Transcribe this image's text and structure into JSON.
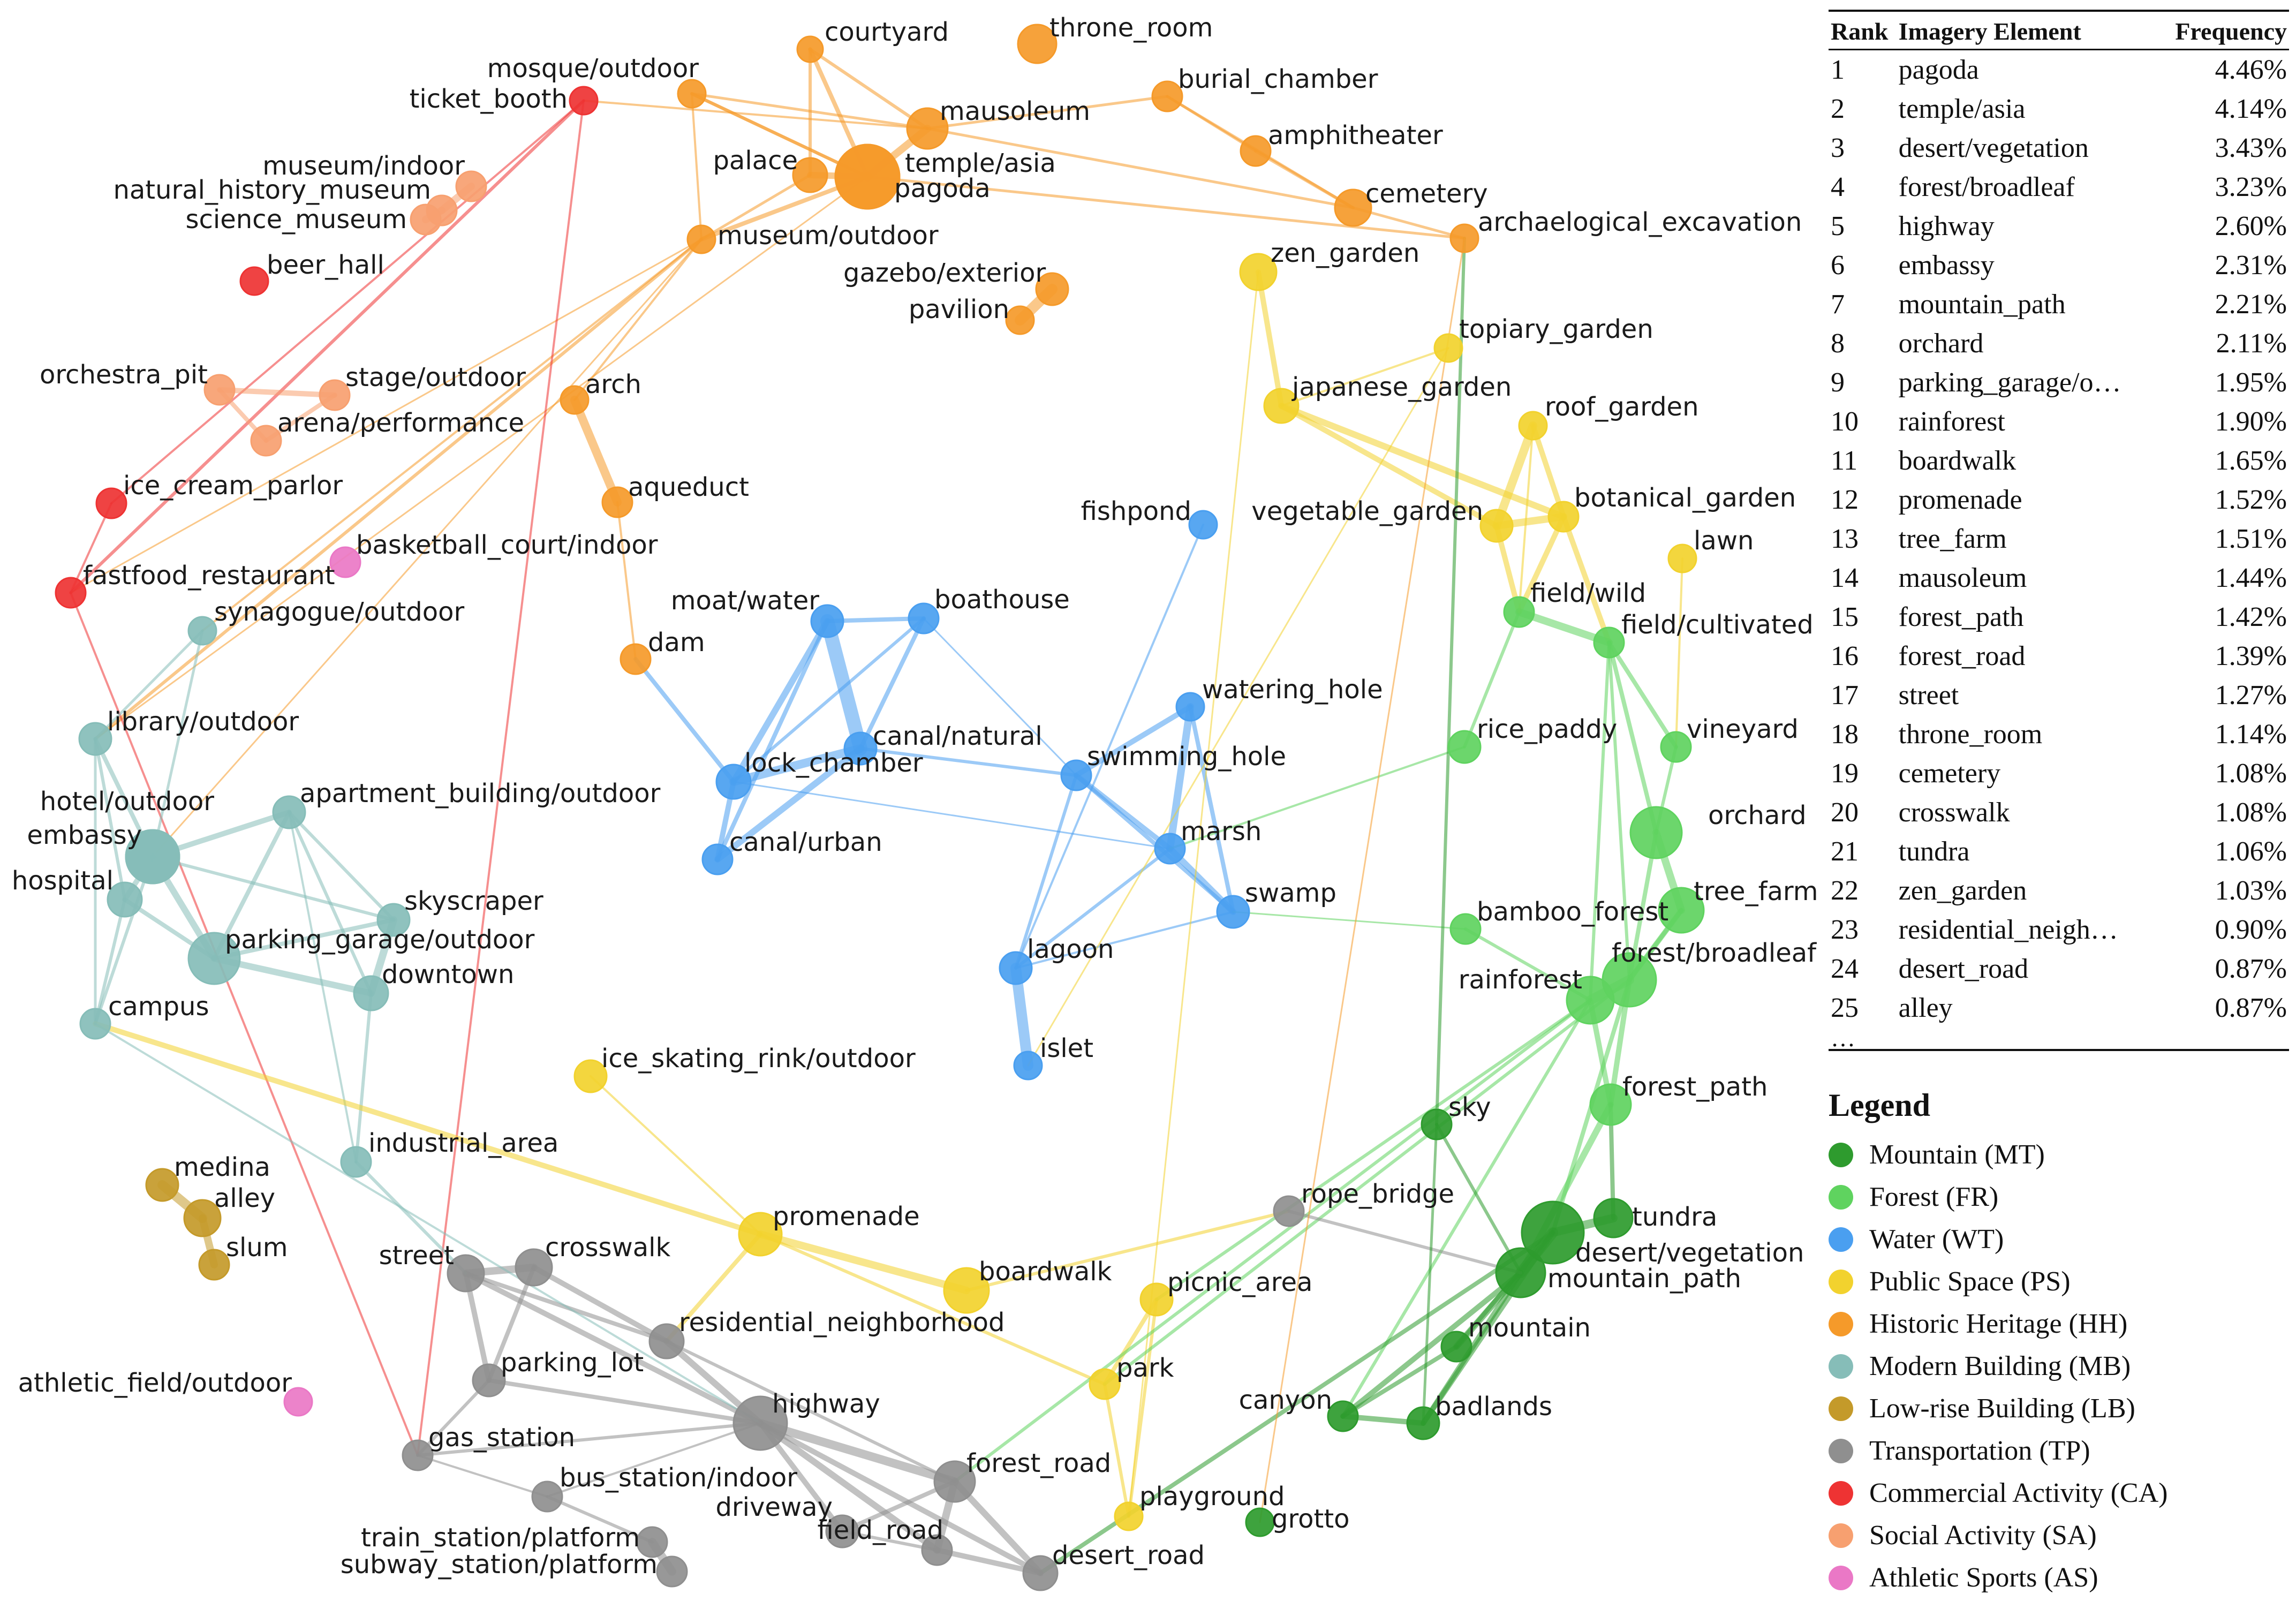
{
  "categories": [
    {
      "code": "MT",
      "label": "Mountain (MT)",
      "color": "#2e9b2e"
    },
    {
      "code": "FR",
      "label": "Forest (FR)",
      "color": "#5fd35f"
    },
    {
      "code": "WT",
      "label": "Water (WT)",
      "color": "#4a9ff0"
    },
    {
      "code": "PS",
      "label": "Public Space (PS)",
      "color": "#f2d22e"
    },
    {
      "code": "HH",
      "label": "Historic Heritage (HH)",
      "color": "#f59a2a"
    },
    {
      "code": "MB",
      "label": "Modern Building (MB)",
      "color": "#86bdb8"
    },
    {
      "code": "LB",
      "label": "Low-rise Building (LB)",
      "color": "#c49a2a"
    },
    {
      "code": "TP",
      "label": "Transportation (TP)",
      "color": "#8f8f8f"
    },
    {
      "code": "CA",
      "label": "Commercial Activity (CA)",
      "color": "#ee3333"
    },
    {
      "code": "SA",
      "label": "Social Activity (SA)",
      "color": "#f7a070"
    },
    {
      "code": "AS",
      "label": "Athletic Sports (AS)",
      "color": "#ea78c6"
    }
  ],
  "legend": {
    "title": "Legend"
  },
  "ranking": {
    "headers": {
      "rank": "Rank",
      "element": "Imagery Element",
      "frequency": "Frequency"
    },
    "rows": [
      {
        "rank": "1",
        "element": "pagoda",
        "frequency": "4.46%"
      },
      {
        "rank": "2",
        "element": "temple/asia",
        "frequency": "4.14%"
      },
      {
        "rank": "3",
        "element": "desert/vegetation",
        "frequency": "3.43%"
      },
      {
        "rank": "4",
        "element": "forest/broadleaf",
        "frequency": "3.23%"
      },
      {
        "rank": "5",
        "element": "highway",
        "frequency": "2.60%"
      },
      {
        "rank": "6",
        "element": "embassy",
        "frequency": "2.31%"
      },
      {
        "rank": "7",
        "element": "mountain_path",
        "frequency": "2.21%"
      },
      {
        "rank": "8",
        "element": "orchard",
        "frequency": "2.11%"
      },
      {
        "rank": "9",
        "element": "parking_garage/o…",
        "frequency": "1.95%"
      },
      {
        "rank": "10",
        "element": "rainforest",
        "frequency": "1.90%"
      },
      {
        "rank": "11",
        "element": "boardwalk",
        "frequency": "1.65%"
      },
      {
        "rank": "12",
        "element": "promenade",
        "frequency": "1.52%"
      },
      {
        "rank": "13",
        "element": "tree_farm",
        "frequency": "1.51%"
      },
      {
        "rank": "14",
        "element": "mausoleum",
        "frequency": "1.44%"
      },
      {
        "rank": "15",
        "element": "forest_path",
        "frequency": "1.42%"
      },
      {
        "rank": "16",
        "element": "forest_road",
        "frequency": "1.39%"
      },
      {
        "rank": "17",
        "element": "street",
        "frequency": "1.27%"
      },
      {
        "rank": "18",
        "element": "throne_room",
        "frequency": "1.14%"
      },
      {
        "rank": "19",
        "element": "cemetery",
        "frequency": "1.08%"
      },
      {
        "rank": "20",
        "element": "crosswalk",
        "frequency": "1.08%"
      },
      {
        "rank": "21",
        "element": "tundra",
        "frequency": "1.06%"
      },
      {
        "rank": "22",
        "element": "zen_garden",
        "frequency": "1.03%"
      },
      {
        "rank": "23",
        "element": "residential_neigh…",
        "frequency": "0.90%"
      },
      {
        "rank": "24",
        "element": "desert_road",
        "frequency": "0.87%"
      },
      {
        "rank": "25",
        "element": "alley",
        "frequency": "0.87%"
      }
    ],
    "more": "…"
  },
  "nodes": [
    {
      "name": "courtyard",
      "cat": "HH"
    },
    {
      "name": "throne_room",
      "cat": "HH"
    },
    {
      "name": "mosque/outdoor",
      "cat": "HH"
    },
    {
      "name": "burial_chamber",
      "cat": "HH"
    },
    {
      "name": "mausoleum",
      "cat": "HH"
    },
    {
      "name": "amphitheater",
      "cat": "HH"
    },
    {
      "name": "palace",
      "cat": "HH"
    },
    {
      "name": "temple/asia",
      "cat": "HH"
    },
    {
      "name": "pagoda",
      "cat": "HH"
    },
    {
      "name": "cemetery",
      "cat": "HH"
    },
    {
      "name": "archaelogical_excavation",
      "cat": "HH"
    },
    {
      "name": "museum/outdoor",
      "cat": "HH"
    },
    {
      "name": "gazebo/exterior",
      "cat": "HH"
    },
    {
      "name": "pavilion",
      "cat": "HH"
    },
    {
      "name": "arch",
      "cat": "HH"
    },
    {
      "name": "aqueduct",
      "cat": "HH"
    },
    {
      "name": "dam",
      "cat": "HH"
    },
    {
      "name": "ticket_booth",
      "cat": "CA"
    },
    {
      "name": "beer_hall",
      "cat": "CA"
    },
    {
      "name": "ice_cream_parlor",
      "cat": "CA"
    },
    {
      "name": "fastfood_restaurant",
      "cat": "CA"
    },
    {
      "name": "museum/indoor",
      "cat": "SA"
    },
    {
      "name": "natural_history_museum",
      "cat": "SA"
    },
    {
      "name": "science_museum",
      "cat": "SA"
    },
    {
      "name": "orchestra_pit",
      "cat": "SA"
    },
    {
      "name": "stage/outdoor",
      "cat": "SA"
    },
    {
      "name": "arena/performance",
      "cat": "SA"
    },
    {
      "name": "basketball_court/indoor",
      "cat": "AS"
    },
    {
      "name": "athletic_field/outdoor",
      "cat": "AS"
    },
    {
      "name": "synagogue/outdoor",
      "cat": "MB"
    },
    {
      "name": "library/outdoor",
      "cat": "MB"
    },
    {
      "name": "hotel/outdoor",
      "cat": "MB"
    },
    {
      "name": "embassy",
      "cat": "MB"
    },
    {
      "name": "apartment_building/outdoor",
      "cat": "MB"
    },
    {
      "name": "hospital",
      "cat": "MB"
    },
    {
      "name": "skyscraper",
      "cat": "MB"
    },
    {
      "name": "parking_garage/outdoor",
      "cat": "MB"
    },
    {
      "name": "downtown",
      "cat": "MB"
    },
    {
      "name": "campus",
      "cat": "MB"
    },
    {
      "name": "industrial_area",
      "cat": "MB"
    },
    {
      "name": "medina",
      "cat": "LB"
    },
    {
      "name": "alley",
      "cat": "LB"
    },
    {
      "name": "slum",
      "cat": "LB"
    },
    {
      "name": "moat/water",
      "cat": "WT"
    },
    {
      "name": "boathouse",
      "cat": "WT"
    },
    {
      "name": "canal/natural",
      "cat": "WT"
    },
    {
      "name": "lock_chamber",
      "cat": "WT"
    },
    {
      "name": "canal/urban",
      "cat": "WT"
    },
    {
      "name": "fishpond",
      "cat": "WT"
    },
    {
      "name": "watering_hole",
      "cat": "WT"
    },
    {
      "name": "swimming_hole",
      "cat": "WT"
    },
    {
      "name": "marsh",
      "cat": "WT"
    },
    {
      "name": "swamp",
      "cat": "WT"
    },
    {
      "name": "lagoon",
      "cat": "WT"
    },
    {
      "name": "islet",
      "cat": "WT"
    },
    {
      "name": "zen_garden",
      "cat": "PS"
    },
    {
      "name": "topiary_garden",
      "cat": "PS"
    },
    {
      "name": "japanese_garden",
      "cat": "PS"
    },
    {
      "name": "roof_garden",
      "cat": "PS"
    },
    {
      "name": "vegetable_garden",
      "cat": "PS"
    },
    {
      "name": "botanical_garden",
      "cat": "PS"
    },
    {
      "name": "lawn",
      "cat": "PS"
    },
    {
      "name": "ice_skating_rink/outdoor",
      "cat": "PS"
    },
    {
      "name": "promenade",
      "cat": "PS"
    },
    {
      "name": "boardwalk",
      "cat": "PS"
    },
    {
      "name": "picnic_area",
      "cat": "PS"
    },
    {
      "name": "park",
      "cat": "PS"
    },
    {
      "name": "playground",
      "cat": "PS"
    },
    {
      "name": "field/wild",
      "cat": "FR"
    },
    {
      "name": "field/cultivated",
      "cat": "FR"
    },
    {
      "name": "rice_paddy",
      "cat": "FR"
    },
    {
      "name": "vineyard",
      "cat": "FR"
    },
    {
      "name": "orchard",
      "cat": "FR"
    },
    {
      "name": "tree_farm",
      "cat": "FR"
    },
    {
      "name": "bamboo_forest",
      "cat": "FR"
    },
    {
      "name": "forest/broadleaf",
      "cat": "FR"
    },
    {
      "name": "rainforest",
      "cat": "FR"
    },
    {
      "name": "forest_path",
      "cat": "FR"
    },
    {
      "name": "sky",
      "cat": "MT"
    },
    {
      "name": "rope_bridge",
      "cat": "TP"
    },
    {
      "name": "tundra",
      "cat": "MT"
    },
    {
      "name": "desert/vegetation",
      "cat": "MT"
    },
    {
      "name": "mountain_path",
      "cat": "MT"
    },
    {
      "name": "mountain",
      "cat": "MT"
    },
    {
      "name": "canyon",
      "cat": "MT"
    },
    {
      "name": "badlands",
      "cat": "MT"
    },
    {
      "name": "grotto",
      "cat": "MT"
    },
    {
      "name": "street",
      "cat": "TP"
    },
    {
      "name": "crosswalk",
      "cat": "TP"
    },
    {
      "name": "residential_neighborhood",
      "cat": "TP"
    },
    {
      "name": "parking_lot",
      "cat": "TP"
    },
    {
      "name": "highway",
      "cat": "TP"
    },
    {
      "name": "gas_station",
      "cat": "TP"
    },
    {
      "name": "bus_station/indoor",
      "cat": "TP"
    },
    {
      "name": "forest_road",
      "cat": "TP"
    },
    {
      "name": "driveway",
      "cat": "TP"
    },
    {
      "name": "field_road",
      "cat": "TP"
    },
    {
      "name": "desert_road",
      "cat": "TP"
    },
    {
      "name": "train_station/platform",
      "cat": "TP"
    },
    {
      "name": "subway_station/platform",
      "cat": "TP"
    }
  ]
}
